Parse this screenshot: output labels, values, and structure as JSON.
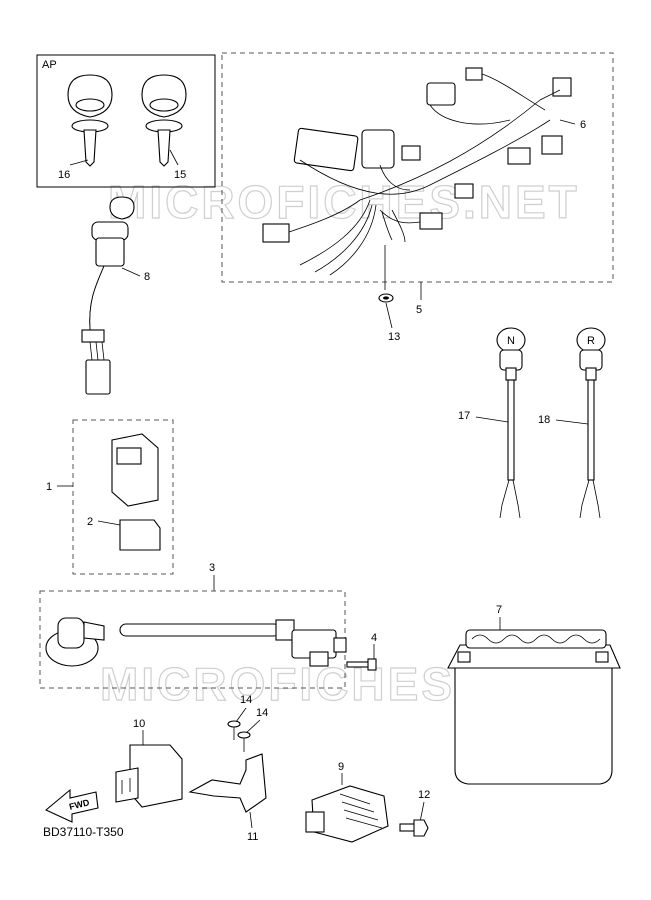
{
  "diagram": {
    "code": "BD37110-T350",
    "ap_label": "AP",
    "watermark": "MICROFICHES.NET",
    "fwd_label": "FWD",
    "callouts": {
      "n1": "1",
      "n2": "2",
      "n3": "3",
      "n4": "4",
      "n5": "5",
      "n6": "6",
      "n7": "7",
      "n8": "8",
      "n9": "9",
      "n10": "10",
      "n11": "11",
      "n12": "12",
      "n13": "13",
      "n14a": "14",
      "n14b": "14",
      "n15": "15",
      "n16": "16",
      "n17": "17",
      "n18": "18"
    },
    "switch_letters": {
      "neutral": "N",
      "reverse": "R"
    }
  }
}
